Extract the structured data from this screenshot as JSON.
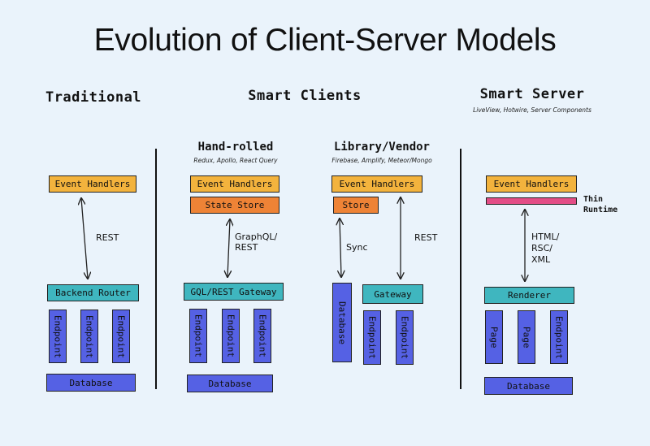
{
  "title": "Evolution of Client-Server Models",
  "columns": {
    "traditional": {
      "heading": "Traditional"
    },
    "smart_clients": {
      "heading": "Smart Clients"
    },
    "smart_server": {
      "heading": "Smart Server",
      "note": "LiveView, Hotwire, Server Components"
    }
  },
  "hand_rolled": {
    "heading": "Hand-rolled",
    "note": "Redux, Apollo, React Query"
  },
  "library_vendor": {
    "heading": "Library/Vendor",
    "note": "Firebase, Amplify, Meteor/Mongo"
  },
  "traditional": {
    "event_handlers": "Event Handlers",
    "arrow_label": "REST",
    "router": "Backend Router",
    "endpoints": [
      "Endpoint",
      "Endpoint",
      "Endpoint"
    ],
    "database": "Database"
  },
  "hand_rolled_stack": {
    "event_handlers": "Event Handlers",
    "state_store": "State Store",
    "arrow_label_1": "GraphQL/",
    "arrow_label_2": "REST",
    "gateway": "GQL/REST Gateway",
    "endpoints": [
      "Endpoint",
      "Endpoint",
      "Endpoint"
    ],
    "database": "Database"
  },
  "library_stack": {
    "event_handlers": "Event Handlers",
    "store": "Store",
    "sync_label": "Sync",
    "rest_label": "REST",
    "database": "Database",
    "gateway": "Gateway",
    "endpoints": [
      "Endpoint",
      "Endpoint"
    ]
  },
  "server_stack": {
    "event_handlers": "Event Handlers",
    "thin_runtime_1": "Thin",
    "thin_runtime_2": "Runtime",
    "arrow_label_1": "HTML/",
    "arrow_label_2": "RSC/",
    "arrow_label_3": "XML",
    "renderer": "Renderer",
    "endpoints": [
      "Page",
      "Page",
      "Endpoint"
    ],
    "database": "Database"
  },
  "colors": {
    "background": "#eaf3fb",
    "event_handlers": "#f3b33d",
    "state_store": "#ee8336",
    "router": "#3fb6bf",
    "data": "#5561e4",
    "thin_runtime": "#e34d86"
  }
}
